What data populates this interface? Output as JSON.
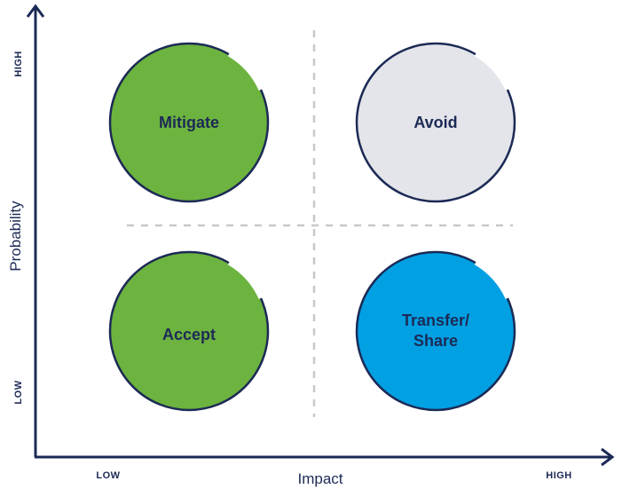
{
  "axes": {
    "y_title": "Probability",
    "x_title": "Impact",
    "y_high": "HIGH",
    "y_low": "LOW",
    "x_low": "LOW",
    "x_high": "HIGH"
  },
  "quadrants": {
    "top_left": {
      "line1": "Mitigate",
      "line2": "",
      "color": "#6db33f"
    },
    "top_right": {
      "line1": "Avoid",
      "line2": "",
      "color": "#e4e5ea"
    },
    "bottom_left": {
      "line1": "Accept",
      "line2": "",
      "color": "#6db33f"
    },
    "bottom_right": {
      "line1": "Transfer/",
      "line2": "Share",
      "color": "#00a0e3"
    }
  },
  "colors": {
    "axis": "#1c2a55",
    "outline": "#1c2a55",
    "divider": "#c8c8c8"
  }
}
